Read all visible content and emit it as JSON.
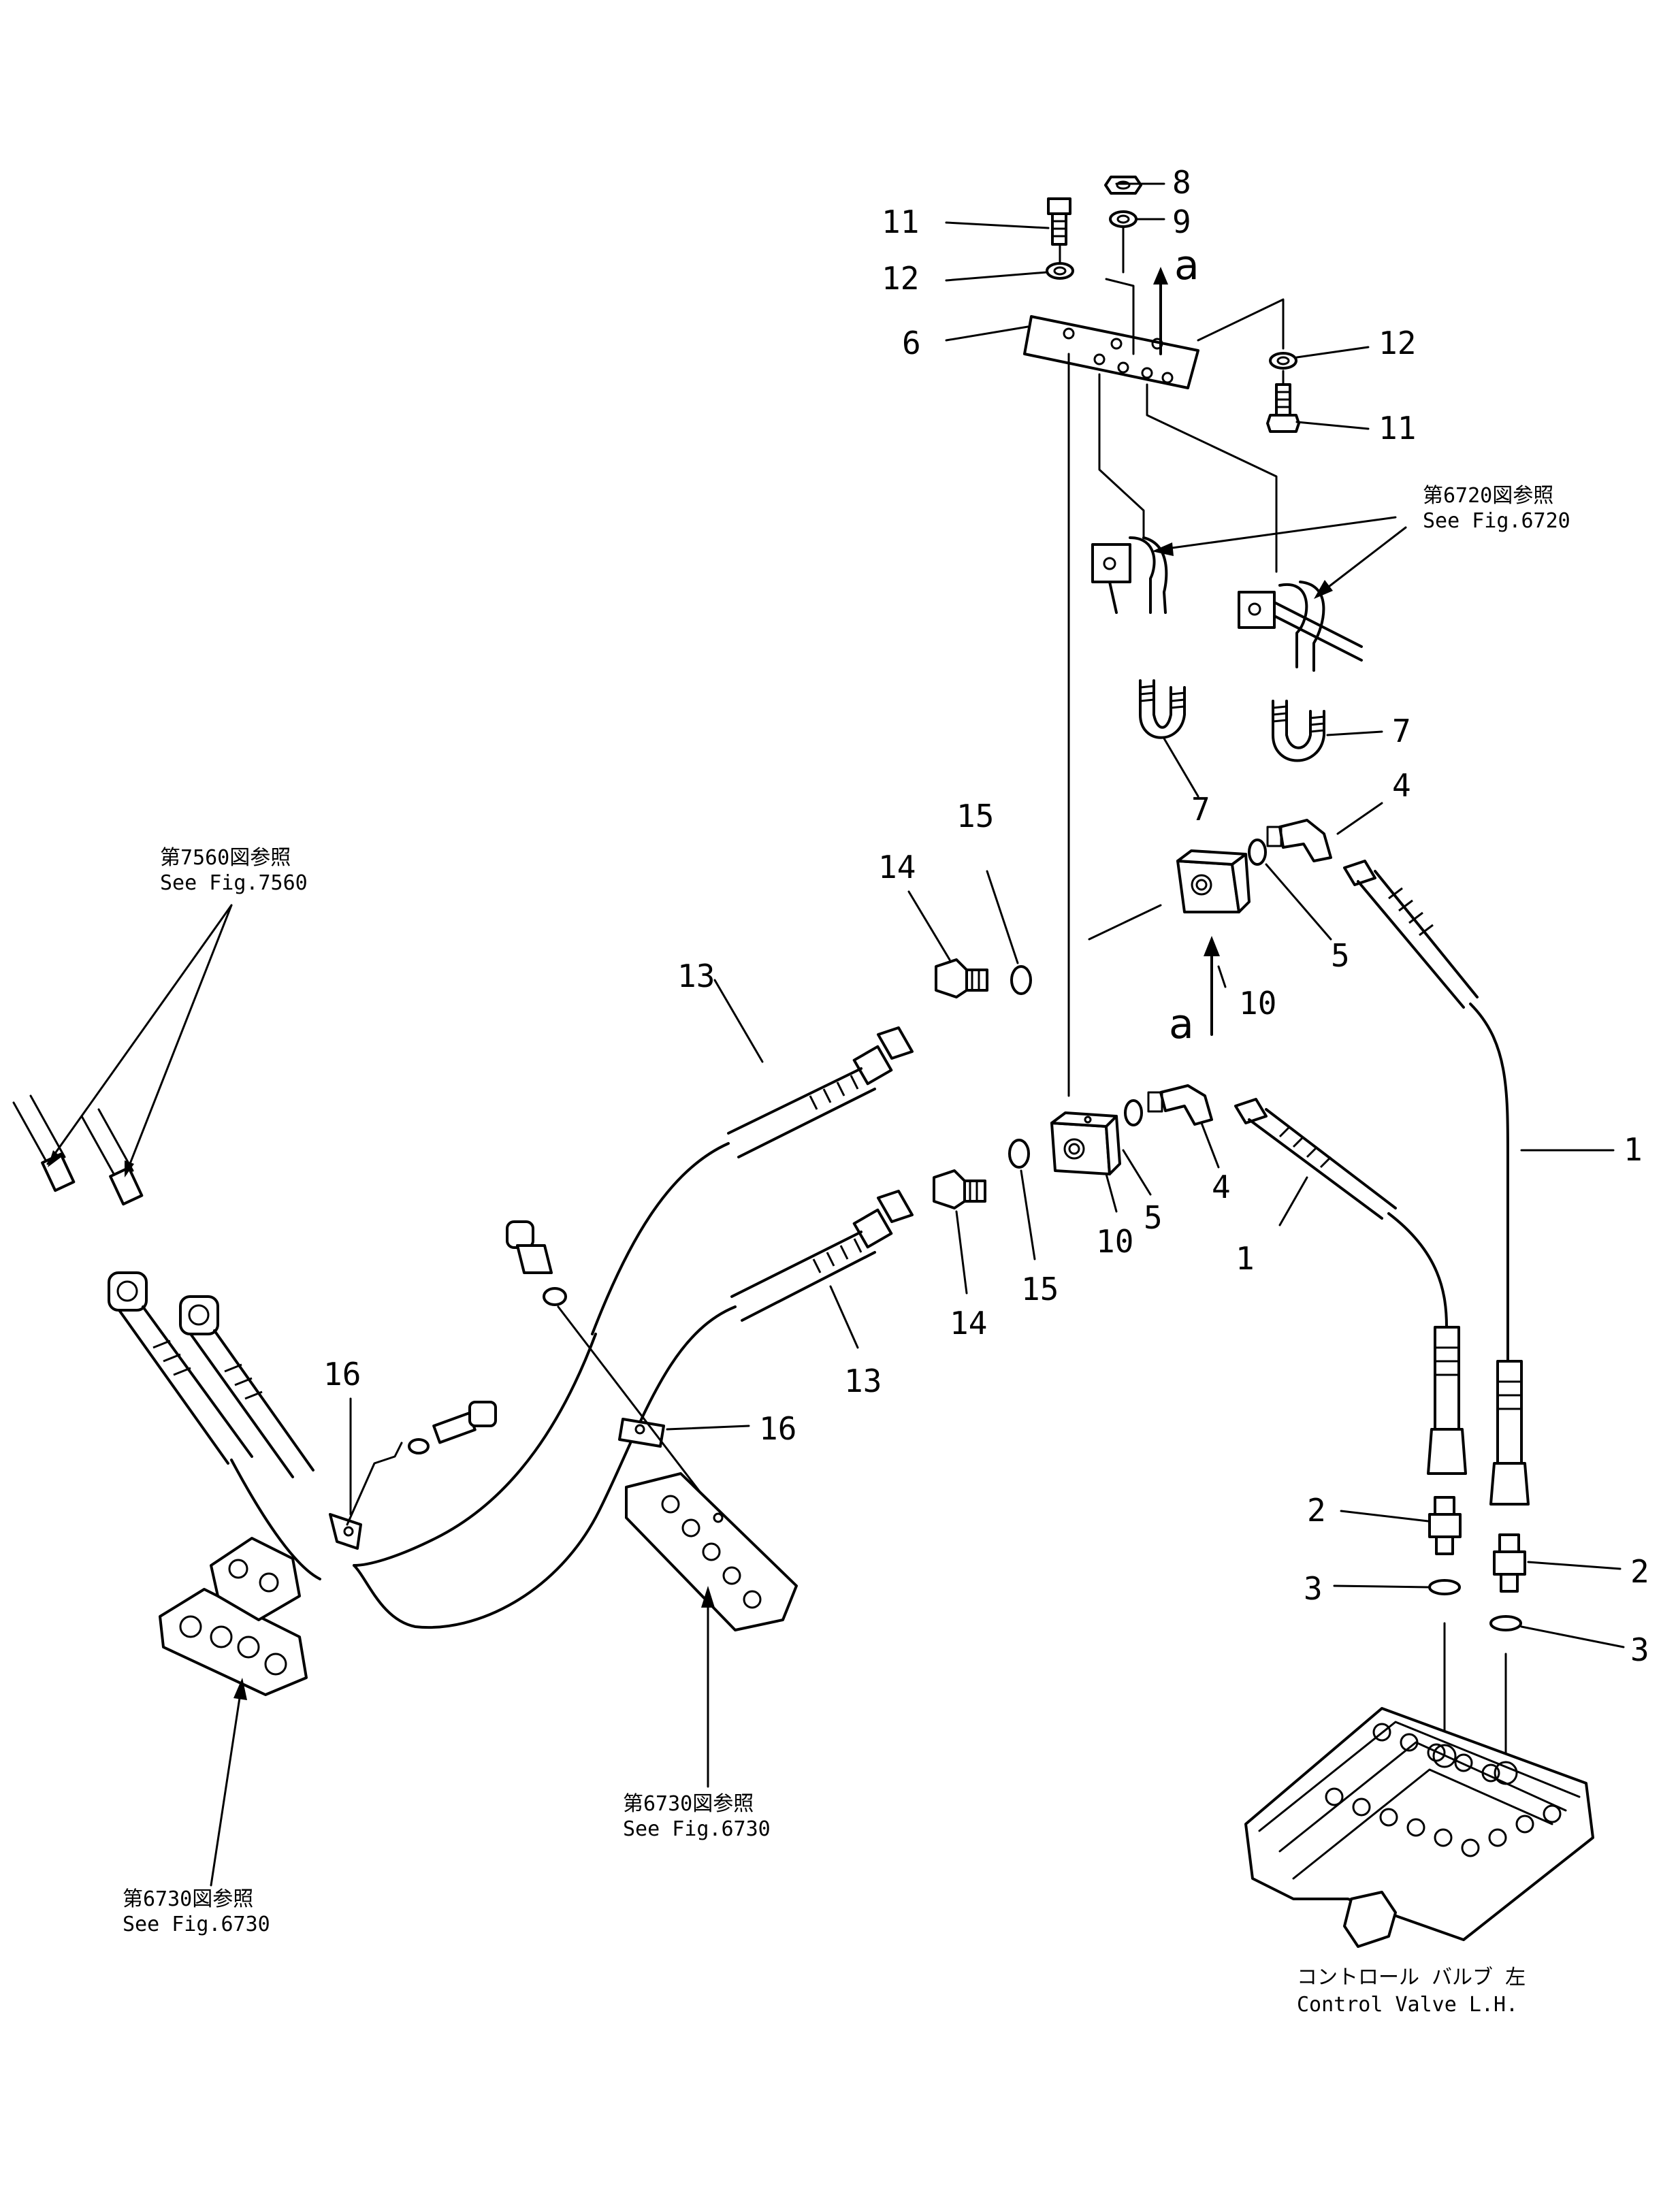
{
  "callouts": {
    "c1a": "1",
    "c1b": "1",
    "c2a": "2",
    "c2b": "2",
    "c3a": "3",
    "c3b": "3",
    "c4a": "4",
    "c4b": "4",
    "c5a": "5",
    "c5b": "5",
    "c6": "6",
    "c7a": "7",
    "c7b": "7",
    "c8": "8",
    "c9": "9",
    "c10a": "10",
    "c10b": "10",
    "c11a": "11",
    "c11b": "11",
    "c12a": "12",
    "c12b": "12",
    "c13a": "13",
    "c13b": "13",
    "c14a": "14",
    "c14b": "14",
    "c15a": "15",
    "c15b": "15",
    "c16a": "16",
    "c16b": "16"
  },
  "view_marks": {
    "a_top": "a",
    "a_mid": "a"
  },
  "references": {
    "fig6720": {
      "jp": "第6720図参照",
      "en": "See Fig.6720"
    },
    "fig7560": {
      "jp": "第7560図参照",
      "en": "See Fig.7560"
    },
    "fig6730_center": {
      "jp": "第6730図参照",
      "en": "See Fig.6730"
    },
    "fig6730_left": {
      "jp": "第6730図参照",
      "en": "See Fig.6730"
    }
  },
  "control_valve": {
    "jp": "コントロール バルブ 左",
    "en": "Control Valve L.H."
  }
}
